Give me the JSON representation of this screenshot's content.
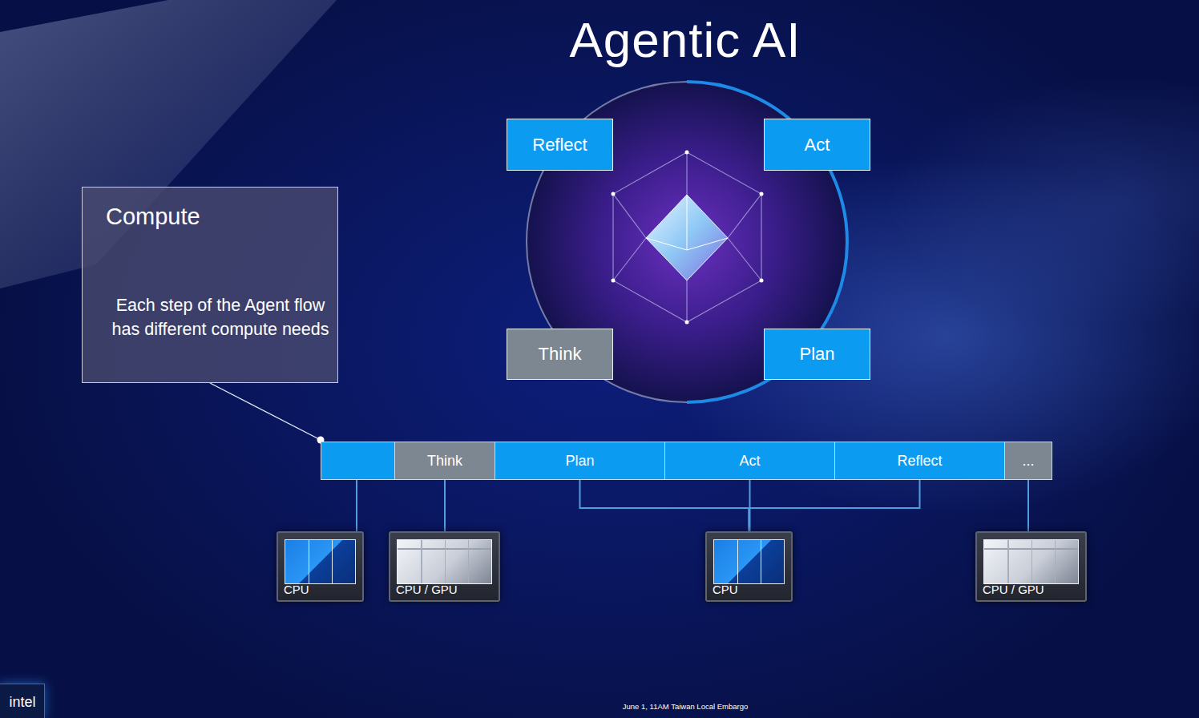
{
  "diagram": {
    "title": "Agentic AI",
    "nodes": [
      {
        "text": [
          "Compute",
          "Each step of the Agent flow has different compute needs"
        ]
      },
      {
        "text": [
          "Reflect"
        ]
      },
      {
        "text": [
          "Act"
        ]
      },
      {
        "text": [
          "Think"
        ]
      },
      {
        "text": [
          "Plan"
        ]
      },
      {
        "text": [
          "Think"
        ]
      },
      {
        "text": [
          "Plan"
        ]
      },
      {
        "text": [
          "Act"
        ]
      },
      {
        "text": [
          "Reflect"
        ]
      },
      {
        "text": [
          "..."
        ]
      },
      {
        "text": [
          "CPU"
        ]
      },
      {
        "text": [
          "CPU / GPU"
        ]
      },
      {
        "text": [
          "CPU"
        ]
      },
      {
        "text": [
          "CPU / GPU"
        ]
      }
    ],
    "edges": [
      {
        "from": 5,
        "to": 11,
        "arrow": "none"
      },
      {
        "from": 6,
        "to": 12,
        "arrow": "none"
      },
      {
        "from": 7,
        "to": 12,
        "arrow": "none"
      },
      {
        "from": 8,
        "to": 12,
        "arrow": "none"
      },
      {
        "from": 9,
        "to": 13,
        "arrow": "none"
      }
    ],
    "labels": [
      "intel",
      "June 1, 11AM Taiwan Local Embargo"
    ]
  }
}
